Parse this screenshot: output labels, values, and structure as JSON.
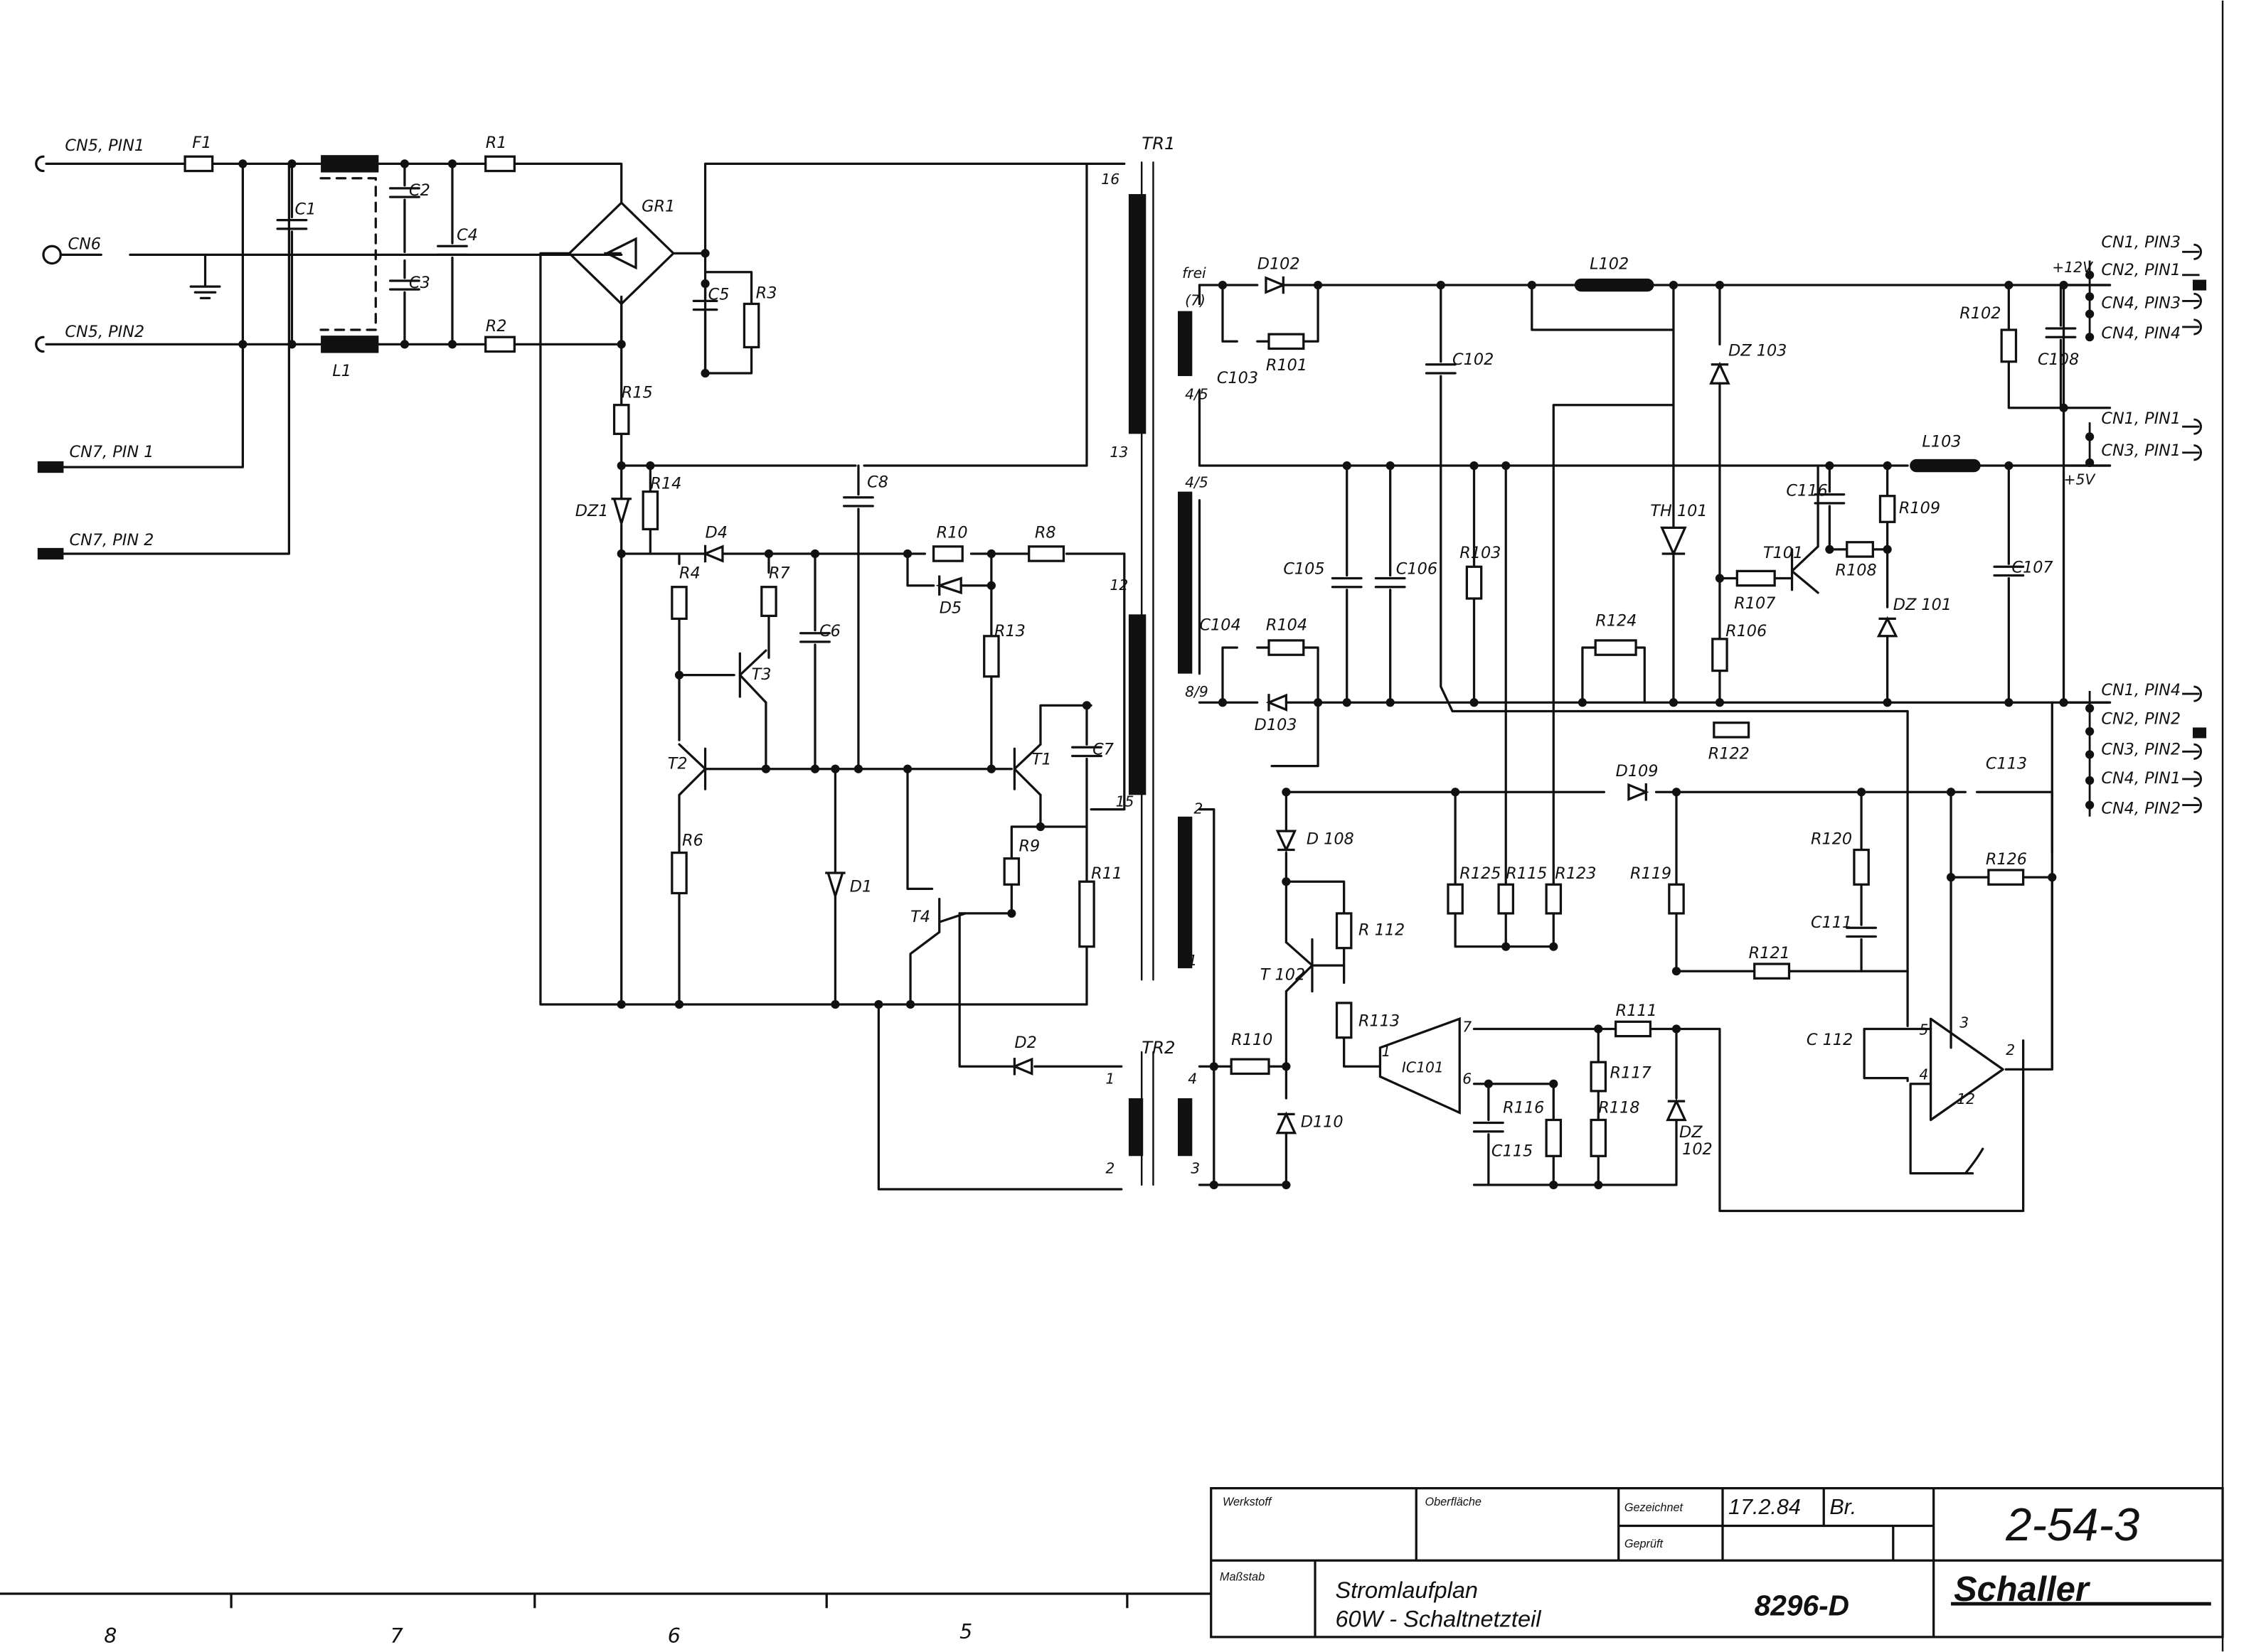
{
  "connectors_left": [
    {
      "id": "cn5-pin1",
      "text": "CN5, PIN1"
    },
    {
      "id": "cn6",
      "text": "CN6"
    },
    {
      "id": "cn5-pin2",
      "text": "CN5, PIN2"
    },
    {
      "id": "cn7-pin1",
      "text": "CN7, PIN 1"
    },
    {
      "id": "cn7-pin2",
      "text": "CN7, PIN 2"
    }
  ],
  "connectors_right": [
    {
      "id": "cn1-pin3",
      "text": "CN1, PIN3"
    },
    {
      "id": "cn2-pin1",
      "text": "CN2, PIN1"
    },
    {
      "id": "cn4-pin3",
      "text": "CN4, PIN3"
    },
    {
      "id": "cn4-pin4",
      "text": "CN4, PIN4"
    },
    {
      "id": "cn1-pin1",
      "text": "CN1, PIN1"
    },
    {
      "id": "cn3-pin1",
      "text": "CN3, PIN1"
    },
    {
      "id": "cn1-pin4",
      "text": "CN1, PIN4"
    },
    {
      "id": "cn2-pin2",
      "text": "CN2, PIN2"
    },
    {
      "id": "cn3-pin2",
      "text": "CN3, PIN2"
    },
    {
      "id": "cn4-pin1",
      "text": "CN4, PIN1"
    },
    {
      "id": "cn4-pin2",
      "text": "CN4, PIN2"
    }
  ],
  "rails": {
    "plus12v": "+12V",
    "plus5v": "+5V"
  },
  "components": [
    {
      "id": "f1",
      "text": "F1"
    },
    {
      "id": "r1",
      "text": "R1"
    },
    {
      "id": "r2",
      "text": "R2"
    },
    {
      "id": "c1",
      "text": "C1"
    },
    {
      "id": "c2",
      "text": "C2"
    },
    {
      "id": "c3",
      "text": "C3"
    },
    {
      "id": "c4",
      "text": "C4"
    },
    {
      "id": "l1",
      "text": "L1"
    },
    {
      "id": "gr1",
      "text": "GR1"
    },
    {
      "id": "c5",
      "text": "C5"
    },
    {
      "id": "r3",
      "text": "R3"
    },
    {
      "id": "r15",
      "text": "R15"
    },
    {
      "id": "r14",
      "text": "R14"
    },
    {
      "id": "dz1",
      "text": "DZ1"
    },
    {
      "id": "c8",
      "text": "C8"
    },
    {
      "id": "d4",
      "text": "D4"
    },
    {
      "id": "r4",
      "text": "R4"
    },
    {
      "id": "r7",
      "text": "R7"
    },
    {
      "id": "t3",
      "text": "T3"
    },
    {
      "id": "c6",
      "text": "C6"
    },
    {
      "id": "r10",
      "text": "R10"
    },
    {
      "id": "r8",
      "text": "R8"
    },
    {
      "id": "d5",
      "text": "D5"
    },
    {
      "id": "r13",
      "text": "R13"
    },
    {
      "id": "t2",
      "text": "T2"
    },
    {
      "id": "t1",
      "text": "T1"
    },
    {
      "id": "c7",
      "text": "C7"
    },
    {
      "id": "r6",
      "text": "R6"
    },
    {
      "id": "d1",
      "text": "D1"
    },
    {
      "id": "t4",
      "text": "T4"
    },
    {
      "id": "r9",
      "text": "R9"
    },
    {
      "id": "r11",
      "text": "R11"
    },
    {
      "id": "d2",
      "text": "D2"
    },
    {
      "id": "tr1",
      "text": "TR1"
    },
    {
      "id": "tr2",
      "text": "TR2"
    },
    {
      "id": "d102",
      "text": "D102"
    },
    {
      "id": "c103",
      "text": "C103"
    },
    {
      "id": "r101",
      "text": "R101"
    },
    {
      "id": "l102",
      "text": "L102"
    },
    {
      "id": "c102",
      "text": "C102"
    },
    {
      "id": "dz103",
      "text": "DZ 103"
    },
    {
      "id": "r102",
      "text": "R102"
    },
    {
      "id": "c108",
      "text": "C108"
    },
    {
      "id": "l103",
      "text": "L103"
    },
    {
      "id": "c116",
      "text": "C116"
    },
    {
      "id": "r109",
      "text": "R109"
    },
    {
      "id": "th101",
      "text": "TH 101"
    },
    {
      "id": "t101",
      "text": "T101"
    },
    {
      "id": "r107",
      "text": "R107"
    },
    {
      "id": "r108",
      "text": "R108"
    },
    {
      "id": "r106",
      "text": "R106"
    },
    {
      "id": "dz101",
      "text": "DZ 101"
    },
    {
      "id": "c107",
      "text": "C107"
    },
    {
      "id": "c105",
      "text": "C105"
    },
    {
      "id": "c106",
      "text": "C106"
    },
    {
      "id": "r103",
      "text": "R103"
    },
    {
      "id": "c104",
      "text": "C104"
    },
    {
      "id": "r104",
      "text": "R104"
    },
    {
      "id": "d103",
      "text": "D103"
    },
    {
      "id": "r124",
      "text": "R124"
    },
    {
      "id": "r122",
      "text": "R122"
    },
    {
      "id": "d109",
      "text": "D109"
    },
    {
      "id": "c113",
      "text": "C113"
    },
    {
      "id": "d108",
      "text": "D 108"
    },
    {
      "id": "r112",
      "text": "R 112"
    },
    {
      "id": "t102",
      "text": "T 102"
    },
    {
      "id": "r113",
      "text": "R113"
    },
    {
      "id": "r110",
      "text": "R110"
    },
    {
      "id": "d110",
      "text": "D110"
    },
    {
      "id": "r125",
      "text": "R125"
    },
    {
      "id": "r115",
      "text": "R115"
    },
    {
      "id": "r123",
      "text": "R123"
    },
    {
      "id": "r119",
      "text": "R119"
    },
    {
      "id": "r120",
      "text": "R120"
    },
    {
      "id": "c111",
      "text": "C111"
    },
    {
      "id": "r126",
      "text": "R126"
    },
    {
      "id": "r121",
      "text": "R121"
    },
    {
      "id": "ic101",
      "text": "IC101"
    },
    {
      "id": "r111",
      "text": "R111"
    },
    {
      "id": "r117",
      "text": "R117"
    },
    {
      "id": "r118",
      "text": "R118"
    },
    {
      "id": "r116",
      "text": "R116"
    },
    {
      "id": "c115",
      "text": "C115"
    },
    {
      "id": "dz102a",
      "text": "DZ"
    },
    {
      "id": "dz102b",
      "text": "102"
    },
    {
      "id": "c112",
      "text": "C 112"
    }
  ],
  "pins": [
    {
      "id": "p16",
      "text": "16"
    },
    {
      "id": "p13",
      "text": "13"
    },
    {
      "id": "p12",
      "text": "12"
    },
    {
      "id": "p15",
      "text": "15"
    },
    {
      "id": "frei",
      "text": "frei"
    },
    {
      "id": "p7",
      "text": "(7)"
    },
    {
      "id": "p45a",
      "text": "4/5"
    },
    {
      "id": "p45b",
      "text": "4/5"
    },
    {
      "id": "p89",
      "text": "8/9"
    },
    {
      "id": "p2",
      "text": "2"
    },
    {
      "id": "p1",
      "text": "1"
    },
    {
      "id": "tr2p1",
      "text": "1"
    },
    {
      "id": "tr2p2",
      "text": "2"
    },
    {
      "id": "tr2p4",
      "text": "4"
    },
    {
      "id": "tr2p3",
      "text": "3"
    },
    {
      "id": "ic1",
      "text": "1"
    },
    {
      "id": "ic7",
      "text": "7"
    },
    {
      "id": "ic6",
      "text": "6"
    },
    {
      "id": "op5",
      "text": "5"
    },
    {
      "id": "op3",
      "text": "3"
    },
    {
      "id": "op4",
      "text": "4"
    },
    {
      "id": "op2",
      "text": "2"
    },
    {
      "id": "op12",
      "text": "12"
    }
  ],
  "title_block": {
    "werkstoff": "Werkstoff",
    "oberflaeche": "Oberfläche",
    "gezeichnet_label": "Gezeichnet",
    "gezeichnet_date": "17.2.84",
    "gezeichnet_name": "Br.",
    "geprueft_label": "Geprüft",
    "massstab": "Maßstab",
    "title_line1": "Stromlaufplan",
    "title_line2": "60W - Schaltnetzteil",
    "drawing_no": "8296-D",
    "sheet_no": "2-54-3",
    "company": "Schaller"
  },
  "grid_numbers": [
    {
      "id": "g8",
      "text": "8"
    },
    {
      "id": "g7",
      "text": "7"
    },
    {
      "id": "g6",
      "text": "6"
    },
    {
      "id": "g5",
      "text": "5"
    }
  ]
}
